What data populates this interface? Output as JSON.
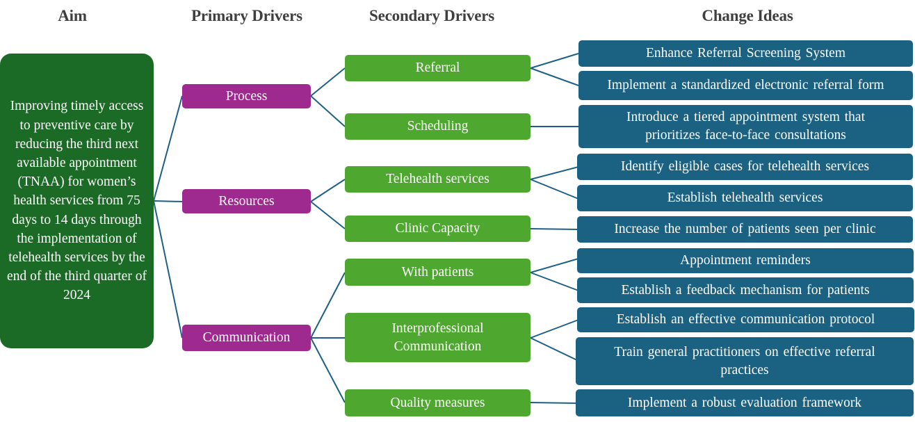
{
  "headers": {
    "aim": "Aim",
    "primary": "Primary Drivers",
    "secondary": "Secondary Drivers",
    "change": "Change Ideas"
  },
  "colors": {
    "aim": "#1b6b26",
    "primary": "#9f2a8f",
    "secondary": "#4ea72e",
    "change": "#1a6182",
    "connector": "#1d6087",
    "header_text": "#3f3f3f"
  },
  "aim": {
    "text": "Improving timely access to preventive care by reducing the third next available appointment (TNAA) for women’s health services from 75 days to 14 days through the implementation of telehealth services by the end of the third quarter of 2024"
  },
  "primary_drivers": [
    {
      "label": "Process"
    },
    {
      "label": "Resources"
    },
    {
      "label": "Communication"
    }
  ],
  "secondary_drivers": [
    {
      "label": "Referral",
      "parent": 0
    },
    {
      "label": "Scheduling",
      "parent": 0
    },
    {
      "label": "Telehealth services",
      "parent": 1
    },
    {
      "label": "Clinic Capacity",
      "parent": 1
    },
    {
      "label": "With patients",
      "parent": 2
    },
    {
      "label": "Interprofessional Communication",
      "parent": 2
    },
    {
      "label": "Quality measures",
      "parent": 2
    }
  ],
  "change_ideas": [
    {
      "label": "Enhance Referral Screening System",
      "parent": 0
    },
    {
      "label": "Implement a standardized electronic referral form",
      "parent": 0
    },
    {
      "label": "Introduce a tiered appointment system that prioritizes face-to-face consultations",
      "parent": 1
    },
    {
      "label": "Identify eligible cases for telehealth services",
      "parent": 2
    },
    {
      "label": "Establish telehealth services",
      "parent": 2
    },
    {
      "label": "Increase the number of patients seen per clinic",
      "parent": 3
    },
    {
      "label": "Appointment reminders",
      "parent": 4
    },
    {
      "label": "Establish a feedback mechanism for patients",
      "parent": 4
    },
    {
      "label": "Establish an effective communication protocol",
      "parent": 5
    },
    {
      "label": "Train general practitioners on effective referral practices",
      "parent": 5
    },
    {
      "label": "Implement a robust evaluation framework",
      "parent": 6
    }
  ]
}
